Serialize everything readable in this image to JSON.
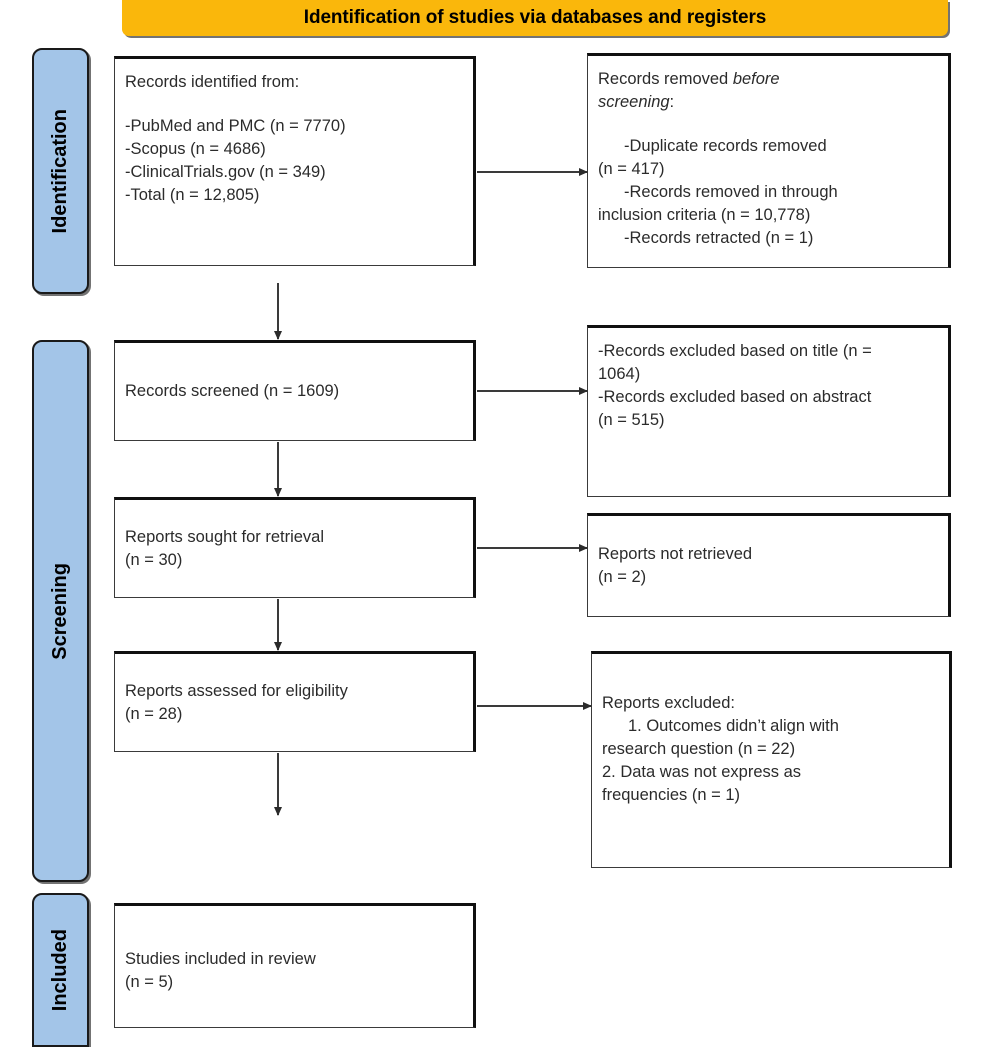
{
  "banner": {
    "title": "Identification of studies via databases and registers",
    "color": "#fab70b"
  },
  "bands": {
    "color": "#a3c5e8",
    "identification": "Identification",
    "screening": "Screening",
    "included": "Included"
  },
  "boxes": {
    "identified": {
      "line1": "Records identified from:",
      "line2": "-PubMed and PMC (n = 7770)",
      "line3": "-Scopus (n = 4686)",
      "line4": "-ClinicalTrials.gov (n = 349)",
      "line5": "-Total (n = 12,805)"
    },
    "removed_before_screening": {
      "heading_a": "Records removed ",
      "heading_b": "before",
      "heading_c": "screening",
      "heading_d": ":",
      "line1": "-Duplicate records removed",
      "line2": "(n = 417)",
      "line3": "-Records removed in through",
      "line4": "inclusion criteria (n = 10,778)",
      "line5": "-Records retracted (n = 1)"
    },
    "screened": {
      "line1": "Records screened (n = 1609)"
    },
    "excluded_title_abstract": {
      "line1": "-Records excluded based on title (n =",
      "line2": "1064)",
      "line3": "-Records excluded based on abstract",
      "line4": "(n = 515)"
    },
    "sought_retrieval": {
      "line1": "Reports sought for retrieval",
      "line2": "(n = 30)"
    },
    "not_retrieved": {
      "line1": "Reports not retrieved",
      "line2": "(n = 2)"
    },
    "assessed_eligibility": {
      "line1": "Reports assessed for eligibility",
      "line2": "(n = 28)"
    },
    "reports_excluded": {
      "line1": "Reports excluded:",
      "line2": "1. Outcomes didn’t align with",
      "line3": "research question (n = 22)",
      "line4": "2. Data was not express as",
      "line5": "frequencies (n = 1)"
    },
    "studies_included": {
      "line1": "Studies included in review",
      "line2": "(n = 5)"
    }
  },
  "chart_data": {
    "type": "diagram",
    "title": "PRISMA 2020 flow diagram",
    "stages": [
      {
        "stage": "Identification",
        "nodes": [
          {
            "label": "Records identified from databases and registers",
            "items": [
              {
                "source": "PubMed and PMC",
                "n": 7770
              },
              {
                "source": "Scopus",
                "n": 4686
              },
              {
                "source": "ClinicalTrials.gov",
                "n": 349
              },
              {
                "source": "Total",
                "n": 12805
              }
            ]
          },
          {
            "label": "Records removed before screening",
            "items": [
              {
                "reason": "Duplicate records removed",
                "n": 417
              },
              {
                "reason": "Records removed in through inclusion criteria",
                "n": 10778
              },
              {
                "reason": "Records retracted",
                "n": 1
              }
            ]
          }
        ]
      },
      {
        "stage": "Screening",
        "nodes": [
          {
            "label": "Records screened",
            "n": 1609
          },
          {
            "label": "Records excluded",
            "items": [
              {
                "reason": "Excluded based on title",
                "n": 1064
              },
              {
                "reason": "Excluded based on abstract",
                "n": 515
              }
            ]
          },
          {
            "label": "Reports sought for retrieval",
            "n": 30
          },
          {
            "label": "Reports not retrieved",
            "n": 2
          },
          {
            "label": "Reports assessed for eligibility",
            "n": 28
          },
          {
            "label": "Reports excluded",
            "items": [
              {
                "reason": "Outcomes didn’t align with research question",
                "n": 22
              },
              {
                "reason": "Data was not express as frequencies",
                "n": 1
              }
            ]
          }
        ]
      },
      {
        "stage": "Included",
        "nodes": [
          {
            "label": "Studies included in review",
            "n": 5
          }
        ]
      }
    ]
  }
}
